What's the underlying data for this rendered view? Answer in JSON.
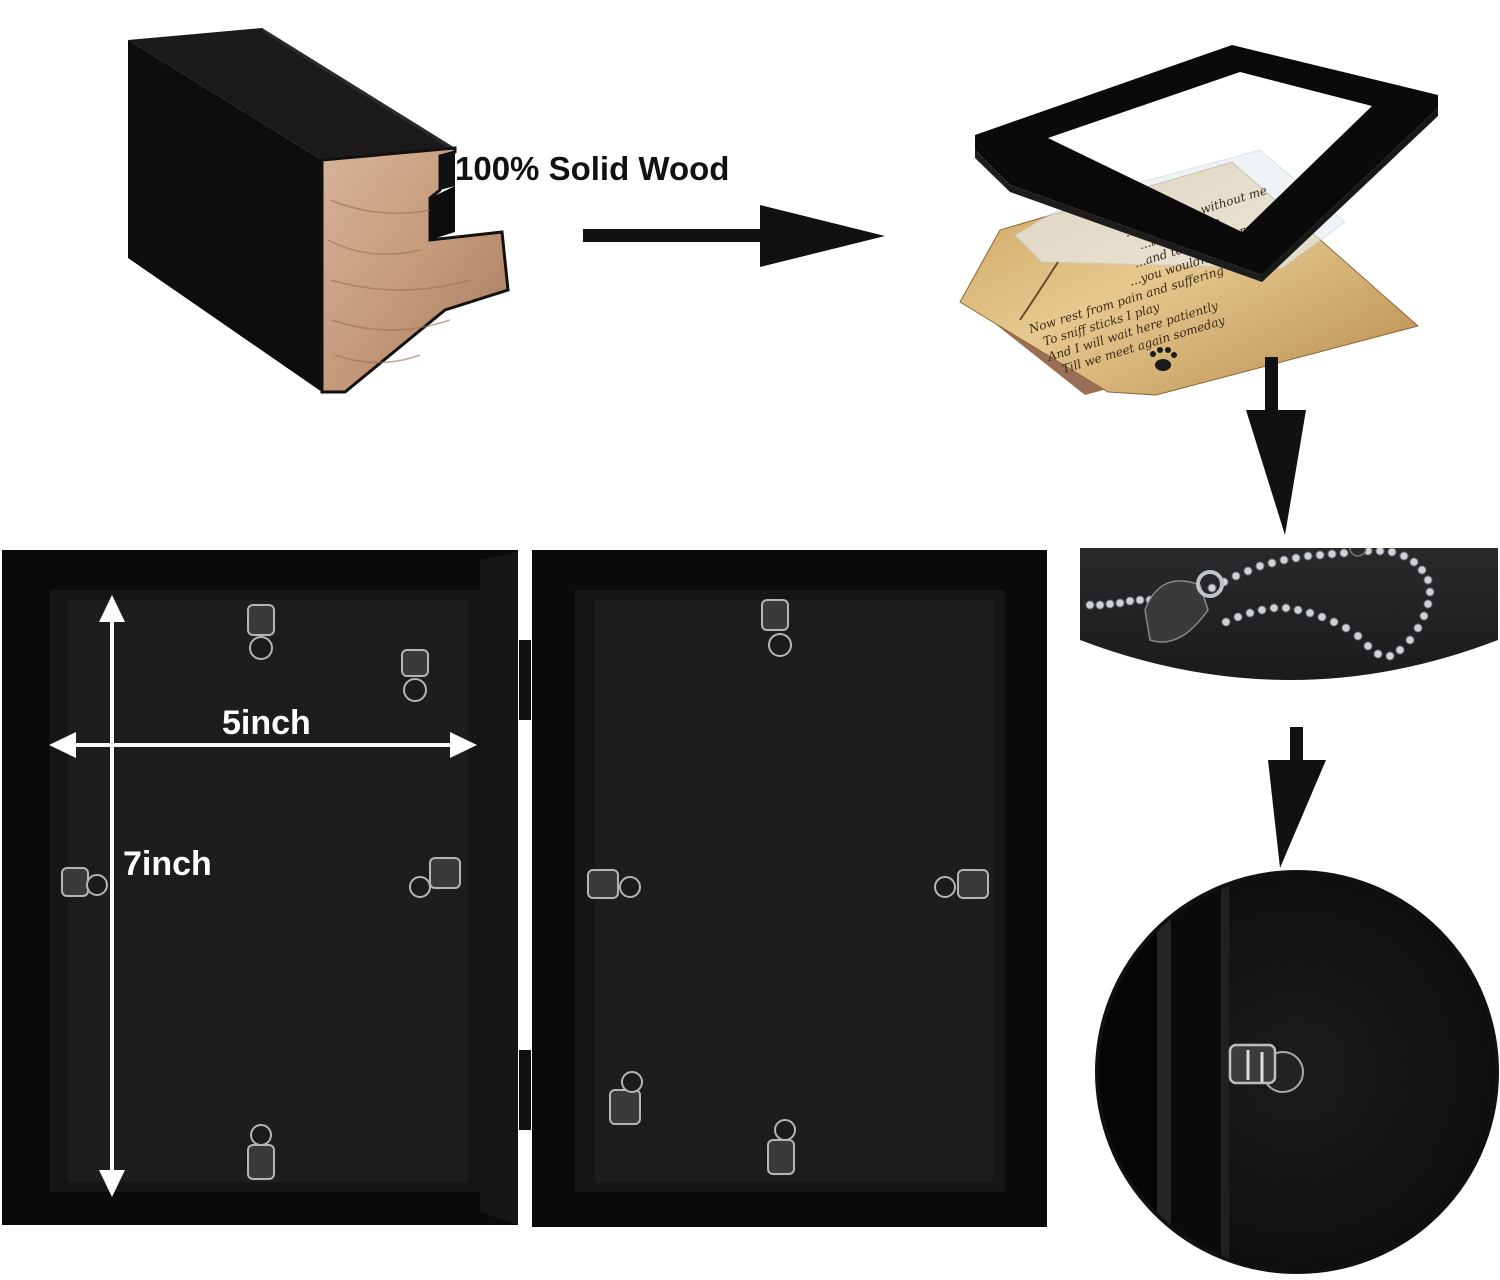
{
  "labels": {
    "material": "100% Solid Wood",
    "width": "5inch",
    "height": "7inch"
  },
  "letter_lines": [
    "...love sticks without me",
    "...there to see",
    "...and tears in your eyes",
    "...you wouldn't cry",
    "Now rest from pain and suffering",
    "To sniff sticks I play",
    "And I will wait here patiently",
    "Till we meet again someday"
  ],
  "colors": {
    "frame": "#0a0a0a",
    "backing": "#141414",
    "wood": "#c49a7a",
    "paper": "#d9b878",
    "background": "#ffffff"
  },
  "icons": [
    "arrow-right-icon",
    "arrow-down-icon",
    "paw-icon",
    "metal-clip-icon",
    "ball-chain-icon"
  ]
}
